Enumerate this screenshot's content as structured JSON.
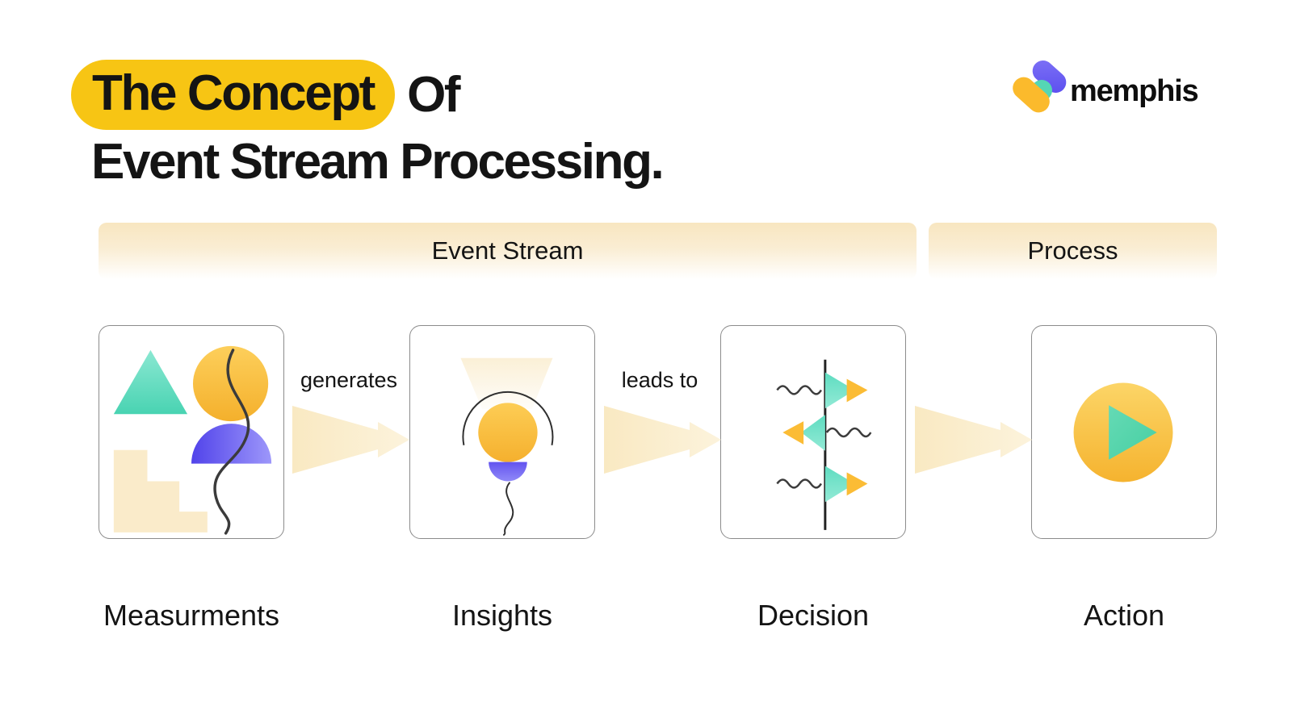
{
  "title": {
    "highlighted_text": "The Concept",
    "rest_of_line": "Of",
    "line2": "Event Stream Processing.",
    "highlight_color": "#F7C514"
  },
  "logo": {
    "brand": "memphis"
  },
  "banners": [
    {
      "label": "Event Stream"
    },
    {
      "label": "Process"
    }
  ],
  "stages": [
    {
      "label": "Measurments",
      "icon": "abstract-shapes-icon"
    },
    {
      "label": "Insights",
      "icon": "lightbulb-icon"
    },
    {
      "label": "Decision",
      "icon": "filter-stream-icon"
    },
    {
      "label": "Action",
      "icon": "play-button-icon"
    }
  ],
  "connectors": [
    {
      "label": "generates",
      "from": "Measurments",
      "to": "Insights"
    },
    {
      "label": "leads to",
      "from": "Insights",
      "to": "Decision"
    },
    {
      "label": "",
      "from": "Decision",
      "to": "Action"
    }
  ],
  "palette": {
    "highlight_yellow": "#F7C514",
    "golden": "#F7BD3B",
    "teal": "#5CDBBE",
    "purple": "#6F61F2",
    "cream_arrow": "#FAEBCA",
    "ink": "#141414"
  }
}
